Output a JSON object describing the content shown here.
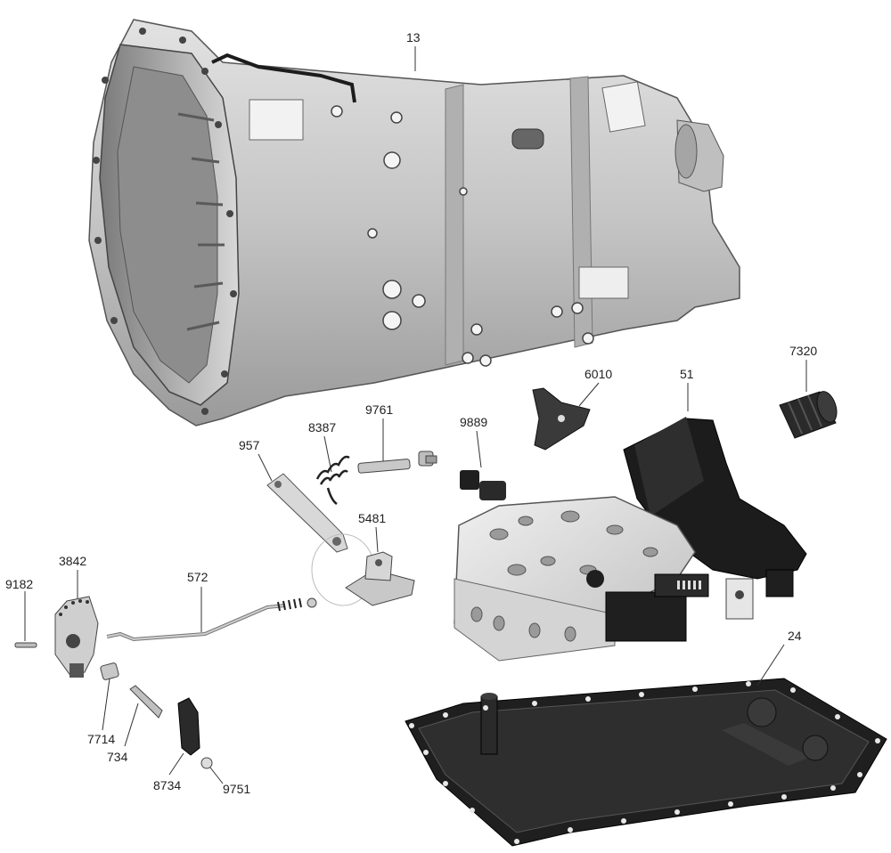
{
  "diagram": {
    "colors": {
      "metal": "#c9c9c9",
      "dark": "#1c1c1c",
      "line": "#333333"
    },
    "labels": {
      "l13": "13",
      "l7320": "7320",
      "l6010": "6010",
      "l51": "51",
      "l9889": "9889",
      "l9761": "9761",
      "l8387": "8387",
      "l957": "957",
      "l5481": "5481",
      "l572": "572",
      "l3842": "3842",
      "l9182": "9182",
      "l7714": "7714",
      "l734": "734",
      "l8734": "8734",
      "l9751": "9751",
      "l24": "24"
    }
  }
}
